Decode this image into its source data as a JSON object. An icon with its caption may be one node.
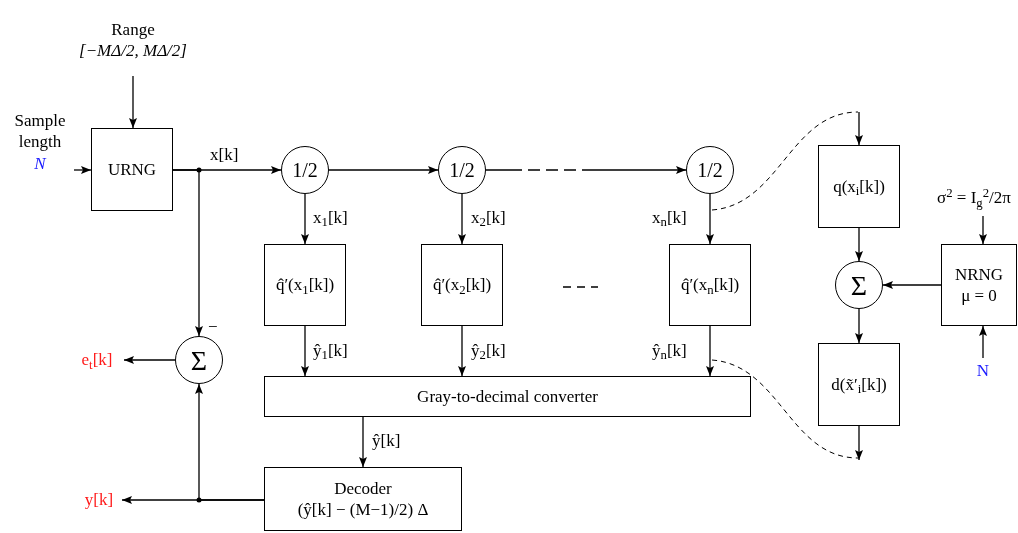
{
  "diagram": {
    "nodes": [
      {
        "text": [
          "Range",
          "[−MΔ/2, MΔ/2]"
        ]
      },
      {
        "text": [
          "Sample length",
          "N"
        ]
      },
      {
        "text": [
          "URNG"
        ]
      },
      {
        "text": [
          "1/2"
        ]
      },
      {
        "text": [
          "1/2"
        ]
      },
      {
        "text": [
          "1/2"
        ]
      },
      {
        "text": [
          "q̂′(x$_{1}$[k])"
        ]
      },
      {
        "text": [
          "q̂′(x$_{2}$[k])"
        ]
      },
      {
        "text": [
          "q̂′(x$_{n}$[k])"
        ]
      },
      {
        "text": [
          "Σ"
        ]
      },
      {
        "text": [
          "e$_{t}$[k]"
        ]
      },
      {
        "text": [
          "Gray-to-decimal converter"
        ]
      },
      {
        "text": [
          "Decoder",
          "(ŷ[k] − (M−1)/2) Δ"
        ]
      },
      {
        "text": [
          "y[k]"
        ]
      },
      {
        "text": [
          "q(x$_{i}$[k])"
        ]
      },
      {
        "text": [
          "Σ"
        ]
      },
      {
        "text": [
          "NRNG μ = 0"
        ]
      },
      {
        "text": [
          "σ$^{2}$ = I$_{g}$$^{2}$/2π"
        ]
      },
      {
        "text": [
          "N"
        ]
      },
      {
        "text": [
          "d(x̃′$_{i}$[k])"
        ]
      }
    ],
    "edges": [
      {
        "from": 0,
        "to": 2,
        "arrow": "to"
      },
      {
        "from": 1,
        "to": 2,
        "arrow": "to"
      },
      {
        "from": 2,
        "to": 3,
        "arrow": "to",
        "label": "x[k]"
      },
      {
        "from": 2,
        "to": 9,
        "arrow": "to"
      },
      {
        "from": 3,
        "to": 4,
        "arrow": "to"
      },
      {
        "from": 4,
        "to": 5,
        "arrow": "to",
        "style": "dashed"
      },
      {
        "from": 3,
        "to": 6,
        "arrow": "to",
        "label": "x$_{1}$[k]"
      },
      {
        "from": 4,
        "to": 7,
        "arrow": "to",
        "label": "x$_{2}$[k]"
      },
      {
        "from": 5,
        "to": 8,
        "arrow": "to",
        "label": "x$_{n}$[k]"
      },
      {
        "from": 6,
        "to": 11,
        "arrow": "to",
        "label": "ŷ$_{1}$[k]"
      },
      {
        "from": 7,
        "to": 11,
        "arrow": "to",
        "label": "ŷ$_{2}$[k]"
      },
      {
        "from": 8,
        "to": 11,
        "arrow": "to",
        "label": "ŷ$_{n}$[k]"
      },
      {
        "from": 11,
        "to": 12,
        "arrow": "to",
        "label": "ŷ[k]"
      },
      {
        "from": 12,
        "to": 13,
        "arrow": "to"
      },
      {
        "from": 12,
        "to": 9,
        "arrow": "to"
      },
      {
        "from": 9,
        "to": 10,
        "arrow": "to"
      },
      {
        "from": null,
        "to": 14,
        "arrow": "to"
      },
      {
        "from": 14,
        "to": 15,
        "arrow": "to"
      },
      {
        "from": 16,
        "to": 15,
        "arrow": "to"
      },
      {
        "from": 17,
        "to": 16,
        "arrow": "to"
      },
      {
        "from": 18,
        "to": 16,
        "arrow": "to"
      },
      {
        "from": 15,
        "to": 19,
        "arrow": "to"
      },
      {
        "from": 19,
        "to": null,
        "arrow": "to"
      }
    ],
    "labels": [
      "−"
    ]
  }
}
